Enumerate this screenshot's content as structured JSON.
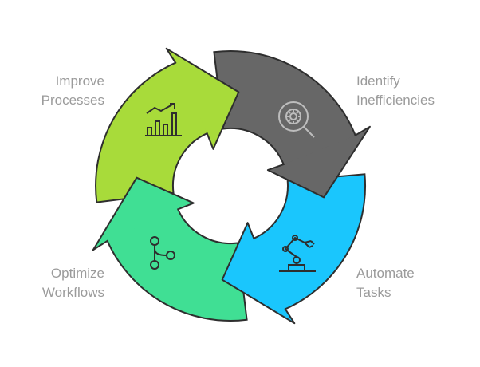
{
  "steps": [
    {
      "id": "improve",
      "lines": [
        "Improve",
        "Processes"
      ],
      "color": "#a8db3a",
      "icon": "bar-chart-trend-icon"
    },
    {
      "id": "identify",
      "lines": [
        "Identify",
        "Inefficiencies"
      ],
      "color": "#676767",
      "icon": "gear-magnifier-icon"
    },
    {
      "id": "automate",
      "lines": [
        "Automate",
        "Tasks"
      ],
      "color": "#1ac6fd",
      "icon": "robot-arm-icon"
    },
    {
      "id": "optimize",
      "lines": [
        "Optimize",
        "Workflows"
      ],
      "color": "#40df94",
      "icon": "workflow-branch-icon"
    }
  ],
  "outline_color": "#2e2e2e"
}
